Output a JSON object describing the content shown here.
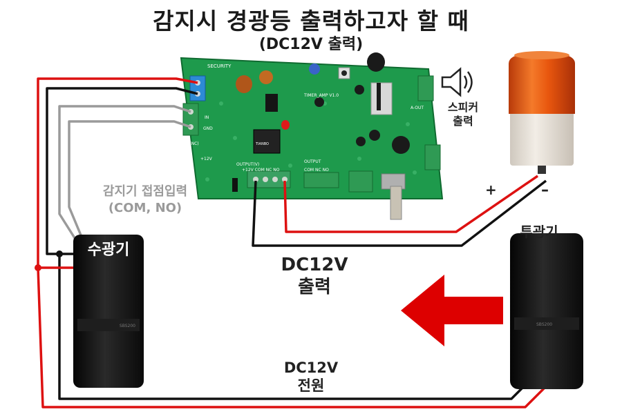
{
  "title": "감지시 경광등 출력하고자 할 때",
  "subtitle": "(DC12V 출력)",
  "speaker": {
    "label_line1": "스피커",
    "label_line2": "출력"
  },
  "sensor_input": {
    "line1": "감지기 접점입력",
    "line2": "(COM, NO)"
  },
  "receiver": {
    "label": "수광기",
    "model": "SBS200"
  },
  "transmitter": {
    "label": "투광기",
    "model": "SBS200"
  },
  "dc_output": {
    "line1": "DC12V",
    "line2": "출력"
  },
  "dc_power": {
    "line1": "DC12V",
    "line2": "전원"
  },
  "lamp": {
    "plus": "+",
    "minus": "–"
  },
  "board": {
    "brand": "SECURITY",
    "model": "TIMER_AMP V1.0",
    "output_label": "OUTPUT(V)",
    "output_pins": "+12V COM NC NO",
    "relay_output_label": "OUTPUT",
    "relay_pins": "COM NC NO",
    "in_label": "IN",
    "gnd_label": "GND",
    "in_nc_label": "IN(NC)",
    "v12_label": "+12V",
    "aout_label": "A-OUT",
    "relay_text": "TIANBO"
  },
  "colors": {
    "wire_red": "#dd1111",
    "wire_black": "#111111",
    "wire_gray": "#9a9a9a",
    "pcb": "#1e9a4c",
    "arrow": "#dd0000",
    "lamp_dome": "#e8560e",
    "lamp_base": "#e8e2da"
  }
}
